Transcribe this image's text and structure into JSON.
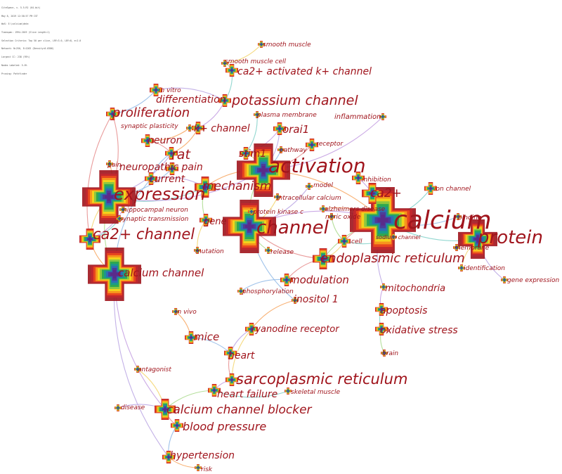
{
  "header_meta": [
    "CiteSpace, v. 5.5.R2 (64-bit)",
    "May 8, 2019 12:58:57 PM CST",
    "WoS: E:\\calcium\\data",
    "Timespan: 1994-2019 (Slice Length=1)",
    "Selection Criteria: Top 50 per slice, LRF=3.0, LBY=8, e=2.0",
    "Network: N=250, E=1203 (Density=0.0386)",
    "Largest CC: 238 (95%)",
    "Nodes Labeled: 5.0%",
    "Pruning: Pathfinder"
  ],
  "palette": {
    "label": "#a0141c",
    "halo": "#a0141c",
    "core": "#5a2a8a",
    "ring_colors": [
      "#c1272d",
      "#e8461e",
      "#f7941d",
      "#f2d31b",
      "#8dc63f",
      "#2fa84f",
      "#1b998b",
      "#2e6db4",
      "#4b3d9a",
      "#5a2a8a"
    ]
  },
  "nodes": [
    {
      "id": "calcium",
      "label": "calcium",
      "size": 5,
      "halo": true
    },
    {
      "id": "activation",
      "label": "activation",
      "size": 4,
      "halo": true
    },
    {
      "id": "expression",
      "label": "expression",
      "size": 4,
      "halo": true
    },
    {
      "id": "channel",
      "label": "channel",
      "size": 4,
      "halo": true
    },
    {
      "id": "calcium-channel",
      "label": "calcium channel",
      "size": 4,
      "halo": true
    },
    {
      "id": "protein",
      "label": "protein",
      "size": 3,
      "halo": true
    },
    {
      "id": "ca2-channel",
      "label": "ca2+ channel",
      "size": 2
    },
    {
      "id": "ca2",
      "label": "ca2+",
      "size": 2
    },
    {
      "id": "mechanism",
      "label": "mechanism",
      "size": 2
    },
    {
      "id": "endoplasmic-reticulum",
      "label": "endoplasmic reticulum",
      "size": 2
    },
    {
      "id": "sarcoplasmic-reticulum",
      "label": "sarcoplasmic reticulum",
      "size": 1
    },
    {
      "id": "calcium-channel-blocker",
      "label": "calcium channel blocker",
      "size": 2
    },
    {
      "id": "potassium-channel",
      "label": "potassium channel",
      "size": 1
    },
    {
      "id": "proliferation",
      "label": "proliferation",
      "size": 1
    },
    {
      "id": "rat",
      "label": "rat",
      "size": 1
    },
    {
      "id": "neuropathic-pain",
      "label": "neuropathic pain",
      "size": 1
    },
    {
      "id": "current",
      "label": "current",
      "size": 1
    },
    {
      "id": "neuron",
      "label": "neuron",
      "size": 1
    },
    {
      "id": "differentiation",
      "label": "differentiation",
      "size": 1
    },
    {
      "id": "in-vitro",
      "label": "in vitro",
      "size": 1
    },
    {
      "id": "k-channel",
      "label": "k+ channel",
      "size": 1
    },
    {
      "id": "ca2-activated-k-channel",
      "label": "ca2+ activated k+ channel",
      "size": 1
    },
    {
      "id": "smooth-muscle-cell",
      "label": "smooth muscle cell",
      "size": 0
    },
    {
      "id": "smooth-muscle",
      "label": "smooth muscle",
      "size": 0
    },
    {
      "id": "plasma-membrane",
      "label": "plasma membrane",
      "size": 0
    },
    {
      "id": "inflammation",
      "label": "inflammation",
      "size": 0
    },
    {
      "id": "synaptic-plasticity",
      "label": "synaptic plasticity",
      "size": 0
    },
    {
      "id": "orai1",
      "label": "orai1",
      "size": 1
    },
    {
      "id": "stim1",
      "label": "stim1",
      "size": 1
    },
    {
      "id": "pathway",
      "label": "pathway",
      "size": 0
    },
    {
      "id": "receptor",
      "label": "receptor",
      "size": 1
    },
    {
      "id": "pain",
      "label": "pain",
      "size": 0
    },
    {
      "id": "model",
      "label": "model",
      "size": 0
    },
    {
      "id": "intracellular-calcium",
      "label": "intracellular calcium",
      "size": 0
    },
    {
      "id": "inhibition",
      "label": "inhibition",
      "size": 1
    },
    {
      "id": "ion-channel",
      "label": "ion channel",
      "size": 1
    },
    {
      "id": "binding",
      "label": "binding",
      "size": 0
    },
    {
      "id": "membrane",
      "label": "membrane",
      "size": 0
    },
    {
      "id": "identification",
      "label": "identification",
      "size": 0
    },
    {
      "id": "gene-expression",
      "label": "gene expression",
      "size": 0
    },
    {
      "id": "hippocampal-neuron",
      "label": "hippocampal neuron",
      "size": 0
    },
    {
      "id": "synaptic-transmission",
      "label": "synaptic transmission",
      "size": 0
    },
    {
      "id": "gene",
      "label": "gene",
      "size": 1
    },
    {
      "id": "mutation",
      "label": "mutation",
      "size": 0
    },
    {
      "id": "protein-kinase-c",
      "label": "protein kinase c",
      "size": 0
    },
    {
      "id": "alzheimers-disease",
      "label": "alzheimers disease",
      "size": 0
    },
    {
      "id": "nitric-oxide",
      "label": "nitric oxide",
      "size": 0
    },
    {
      "id": "cell",
      "label": "cell",
      "size": 1
    },
    {
      "id": "sodium-channel",
      "label": "sodium channel",
      "size": 0
    },
    {
      "id": "release",
      "label": "release",
      "size": 0
    },
    {
      "id": "modulation",
      "label": "modulation",
      "size": 1
    },
    {
      "id": "phosphorylation",
      "label": "phosphorylation",
      "size": 0
    },
    {
      "id": "inositol-1",
      "label": "inositol 1",
      "size": 0
    },
    {
      "id": "mitochondria",
      "label": "mitochondria",
      "size": 0
    },
    {
      "id": "apoptosis",
      "label": "apoptosis",
      "size": 1
    },
    {
      "id": "oxidative-stress",
      "label": "oxidative stress",
      "size": 1
    },
    {
      "id": "brain",
      "label": "brain",
      "size": 0
    },
    {
      "id": "ryanodine-receptor",
      "label": "ryanodine receptor",
      "size": 1
    },
    {
      "id": "in-vivo",
      "label": "in vivo",
      "size": 0
    },
    {
      "id": "mice",
      "label": "mice",
      "size": 1
    },
    {
      "id": "heart",
      "label": "heart",
      "size": 1
    },
    {
      "id": "heart-failure",
      "label": "heart failure",
      "size": 1
    },
    {
      "id": "skeletal-muscle",
      "label": "skeletal muscle",
      "size": 0
    },
    {
      "id": "antagonist",
      "label": "antagonist",
      "size": 0
    },
    {
      "id": "disease",
      "label": "disease",
      "size": 0
    },
    {
      "id": "blood-pressure",
      "label": "blood pressure",
      "size": 1
    },
    {
      "id": "hypertension",
      "label": "hypertension",
      "size": 1
    },
    {
      "id": "risk",
      "label": "risk",
      "size": 0
    }
  ],
  "links": [
    [
      "calcium",
      "activation"
    ],
    [
      "calcium",
      "channel"
    ],
    [
      "calcium",
      "protein"
    ],
    [
      "calcium",
      "endoplasmic-reticulum"
    ],
    [
      "calcium",
      "ca2"
    ],
    [
      "calcium",
      "mitochondria"
    ],
    [
      "calcium",
      "cell"
    ],
    [
      "calcium",
      "binding"
    ],
    [
      "calcium",
      "alzheimers-disease"
    ],
    [
      "calcium",
      "inhibition"
    ],
    [
      "calcium",
      "ion-channel"
    ],
    [
      "activation",
      "channel"
    ],
    [
      "activation",
      "stim1"
    ],
    [
      "activation",
      "orai1"
    ],
    [
      "activation",
      "receptor"
    ],
    [
      "activation",
      "pathway"
    ],
    [
      "activation",
      "mechanism"
    ],
    [
      "activation",
      "inflammation"
    ],
    [
      "expression",
      "mechanism"
    ],
    [
      "expression",
      "calcium-channel"
    ],
    [
      "expression",
      "ca2-channel"
    ],
    [
      "expression",
      "rat"
    ],
    [
      "expression",
      "proliferation"
    ],
    [
      "expression",
      "neuropathic-pain"
    ],
    [
      "expression",
      "pain"
    ],
    [
      "expression",
      "activation"
    ],
    [
      "channel",
      "protein-kinase-c"
    ],
    [
      "channel",
      "release"
    ],
    [
      "channel",
      "intracellular-calcium"
    ],
    [
      "channel",
      "model"
    ],
    [
      "channel",
      "endoplasmic-reticulum"
    ],
    [
      "channel",
      "inositol-1"
    ],
    [
      "ca2-channel",
      "calcium-channel"
    ],
    [
      "ca2-channel",
      "hippocampal-neuron"
    ],
    [
      "ca2-channel",
      "synaptic-transmission"
    ],
    [
      "mechanism",
      "gene"
    ],
    [
      "gene",
      "mutation"
    ],
    [
      "mechanism",
      "current"
    ],
    [
      "rat",
      "neuron"
    ],
    [
      "rat",
      "current"
    ],
    [
      "rat",
      "k-channel"
    ],
    [
      "k-channel",
      "potassium-channel"
    ],
    [
      "potassium-channel",
      "ca2-activated-k-channel"
    ],
    [
      "ca2-activated-k-channel",
      "smooth-muscle-cell"
    ],
    [
      "smooth-muscle-cell",
      "smooth-muscle"
    ],
    [
      "potassium-channel",
      "differentiation"
    ],
    [
      "differentiation",
      "in-vitro"
    ],
    [
      "proliferation",
      "differentiation"
    ],
    [
      "neuron",
      "synaptic-plasticity"
    ],
    [
      "stim1",
      "orai1"
    ],
    [
      "stim1",
      "plasma-membrane"
    ],
    [
      "protein",
      "membrane"
    ],
    [
      "protein",
      "identification"
    ],
    [
      "protein",
      "gene-expression"
    ],
    [
      "endoplasmic-reticulum",
      "modulation"
    ],
    [
      "modulation",
      "phosphorylation"
    ],
    [
      "inositol-1",
      "ryanodine-receptor"
    ],
    [
      "mitochondria",
      "apoptosis"
    ],
    [
      "apoptosis",
      "oxidative-stress"
    ],
    [
      "oxidative-stress",
      "brain"
    ],
    [
      "ryanodine-receptor",
      "sarcoplasmic-reticulum"
    ],
    [
      "ryanodine-receptor",
      "heart"
    ],
    [
      "heart",
      "sarcoplasmic-reticulum"
    ],
    [
      "heart",
      "mice"
    ],
    [
      "mice",
      "in-vivo"
    ],
    [
      "sarcoplasmic-reticulum",
      "heart-failure"
    ],
    [
      "heart-failure",
      "skeletal-muscle"
    ],
    [
      "heart-failure",
      "calcium-channel-blocker"
    ],
    [
      "calcium-channel-blocker",
      "antagonist"
    ],
    [
      "calcium-channel-blocker",
      "disease"
    ],
    [
      "calcium-channel-blocker",
      "blood-pressure"
    ],
    [
      "blood-pressure",
      "hypertension"
    ],
    [
      "hypertension",
      "risk"
    ],
    [
      "calcium-channel",
      "calcium-channel-blocker"
    ],
    [
      "cell",
      "sodium-channel"
    ],
    [
      "nitric-oxide",
      "cell"
    ],
    [
      "endoplasmic-reticulum",
      "cell"
    ],
    [
      "calcium-channel",
      "hypertension"
    ],
    [
      "proliferation",
      "ca2-channel"
    ],
    [
      "current",
      "calcium-channel"
    ]
  ]
}
